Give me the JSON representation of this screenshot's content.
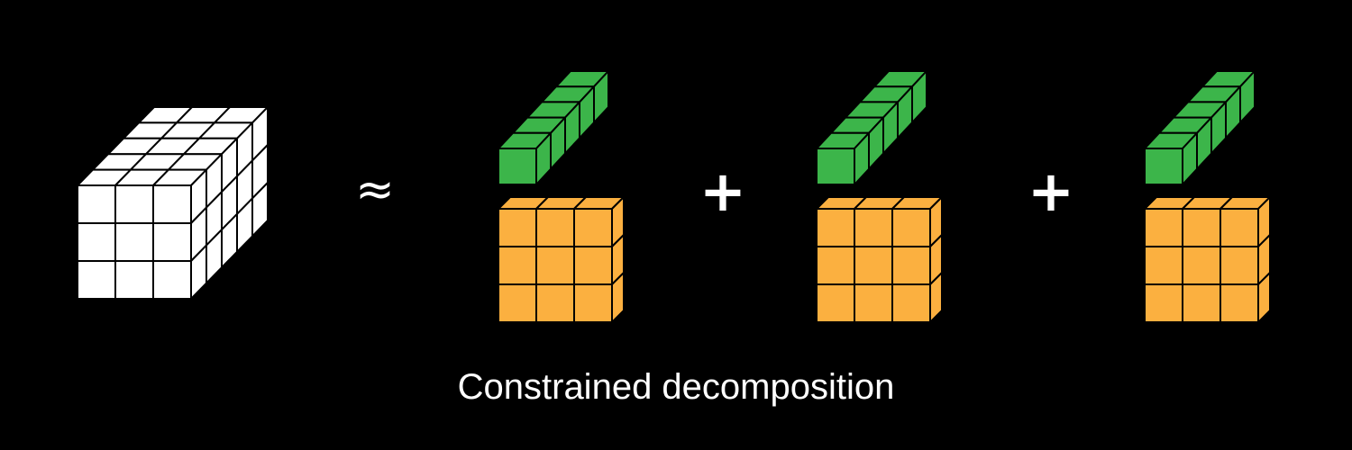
{
  "caption": "Constrained decomposition",
  "operators": {
    "approx": "≈",
    "plus": "+"
  },
  "colors": {
    "background": "#000000",
    "tensor": "#ffffff",
    "factor_vector": "#3cb54a",
    "factor_matrix": "#fbb040",
    "edges": "#000000",
    "text": "#ffffff"
  },
  "tensor": {
    "rows": 3,
    "cols": 3,
    "depth": 5
  },
  "components": [
    {
      "vector_cells": 5,
      "matrix_rows": 3,
      "matrix_cols": 3
    },
    {
      "vector_cells": 5,
      "matrix_rows": 3,
      "matrix_cols": 3
    },
    {
      "vector_cells": 5,
      "matrix_rows": 3,
      "matrix_cols": 3
    }
  ]
}
